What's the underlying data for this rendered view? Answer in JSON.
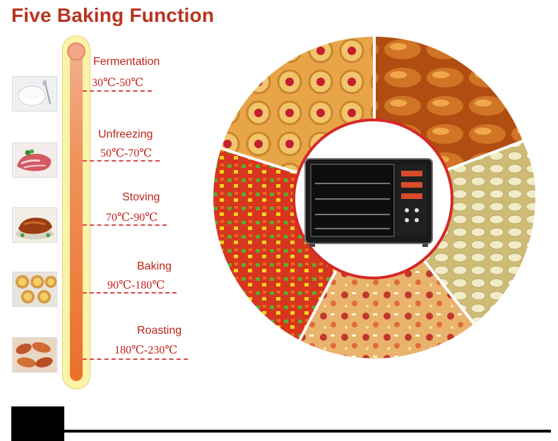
{
  "page_title": "Five Baking Function",
  "stages": [
    {
      "name": "Fermentation",
      "range": "30℃-50℃",
      "thumb_icon": "yogurt-bowl-icon"
    },
    {
      "name": "Unfreezing",
      "range": "50℃-70℃",
      "thumb_icon": "raw-meat-icon"
    },
    {
      "name": "Stoving",
      "range": "70℃-90℃",
      "thumb_icon": "roast-duck-icon"
    },
    {
      "name": "Baking",
      "range": "90℃-180℃",
      "thumb_icon": "egg-tarts-icon"
    },
    {
      "name": "Roasting",
      "range": "180℃-230℃",
      "thumb_icon": "roast-wings-icon"
    }
  ],
  "wheel_segments": [
    "cookies",
    "roast-chicken",
    "pumpkin-seeds",
    "pizza",
    "vegetables"
  ],
  "center_image": "convection-oven-icon",
  "colors": {
    "title": "#b8341f",
    "label": "#b82618",
    "thermometer_fill": "#ec6f2a",
    "ring": "#d62828"
  }
}
